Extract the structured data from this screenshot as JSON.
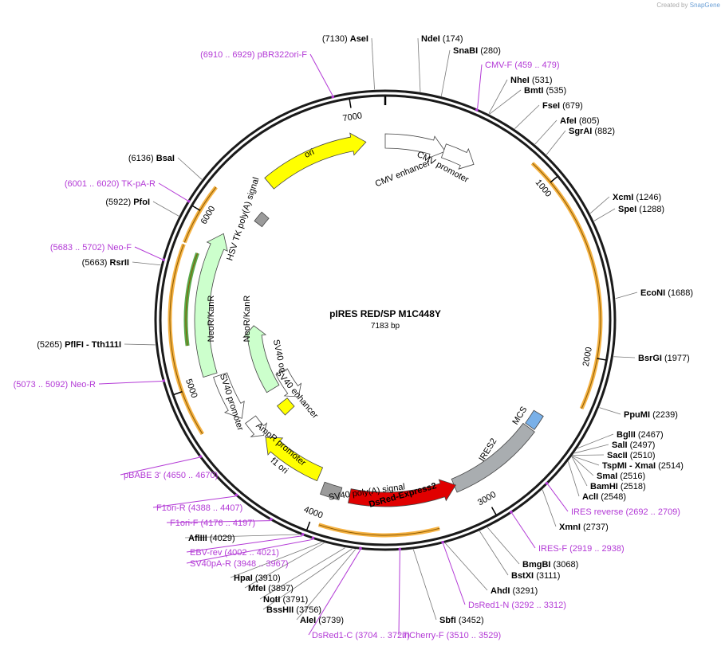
{
  "credit": {
    "prefix": "Created by",
    "brand": "SnapGene"
  },
  "plasmid": {
    "name": "pIRES RED/SP M1C448Y",
    "length_label": "7183 bp",
    "length": 7183
  },
  "ticks": [
    {
      "label": "1000",
      "pos": 1000
    },
    {
      "label": "2000",
      "pos": 2000
    },
    {
      "label": "3000",
      "pos": 3000
    },
    {
      "label": "4000",
      "pos": 4000
    },
    {
      "label": "5000",
      "pos": 5000
    },
    {
      "label": "6000",
      "pos": 6000
    },
    {
      "label": "7000",
      "pos": 7000
    }
  ],
  "labels": [
    {
      "name": "AseI",
      "pos_text": "(7130)",
      "kind": "enzyme"
    },
    {
      "name": "NdeI",
      "pos_text": "(174)",
      "kind": "enzyme"
    },
    {
      "name": "SnaBI",
      "pos_text": "(280)",
      "kind": "enzyme"
    },
    {
      "name": "CMV-F",
      "pos_text": "(459 .. 479)",
      "kind": "primer"
    },
    {
      "name": "NheI",
      "pos_text": "(531)",
      "kind": "enzyme"
    },
    {
      "name": "BmtI",
      "pos_text": "(535)",
      "kind": "enzyme"
    },
    {
      "name": "FseI",
      "pos_text": "(679)",
      "kind": "enzyme"
    },
    {
      "name": "AfeI",
      "pos_text": "(805)",
      "kind": "enzyme"
    },
    {
      "name": "SgrAI",
      "pos_text": "(882)",
      "kind": "enzyme"
    },
    {
      "name": "XcmI",
      "pos_text": "(1246)",
      "kind": "enzyme"
    },
    {
      "name": "SpeI",
      "pos_text": "(1288)",
      "kind": "enzyme"
    },
    {
      "name": "EcoNI",
      "pos_text": "(1688)",
      "kind": "enzyme"
    },
    {
      "name": "BsrGI",
      "pos_text": "(1977)",
      "kind": "enzyme"
    },
    {
      "name": "PpuMI",
      "pos_text": "(2239)",
      "kind": "enzyme"
    },
    {
      "name": "BglII",
      "pos_text": "(2467)",
      "kind": "enzyme"
    },
    {
      "name": "SalI",
      "pos_text": "(2497)",
      "kind": "enzyme"
    },
    {
      "name": "SacII",
      "pos_text": "(2510)",
      "kind": "enzyme"
    },
    {
      "name": "TspMI  - XmaI",
      "pos_text": "(2514)",
      "kind": "enzyme"
    },
    {
      "name": "SmaI",
      "pos_text": "(2516)",
      "kind": "enzyme"
    },
    {
      "name": "BamHI",
      "pos_text": "(2518)",
      "kind": "enzyme"
    },
    {
      "name": "AclI",
      "pos_text": "(2548)",
      "kind": "enzyme"
    },
    {
      "name": "IRES reverse",
      "pos_text": "(2692 .. 2709)",
      "kind": "primer"
    },
    {
      "name": "XmnI",
      "pos_text": "(2737)",
      "kind": "enzyme"
    },
    {
      "name": "IRES-F",
      "pos_text": "(2919 .. 2938)",
      "kind": "primer"
    },
    {
      "name": "BmgBI",
      "pos_text": "(3068)",
      "kind": "enzyme"
    },
    {
      "name": "BstXI",
      "pos_text": "(3111)",
      "kind": "enzyme"
    },
    {
      "name": "AhdI",
      "pos_text": "(3291)",
      "kind": "enzyme"
    },
    {
      "name": "DsRed1-N",
      "pos_text": "(3292 .. 3312)",
      "kind": "primer"
    },
    {
      "name": "SbfI",
      "pos_text": "(3452)",
      "kind": "enzyme"
    },
    {
      "name": "mCherry-F",
      "pos_text": "(3510 .. 3529)",
      "kind": "primer"
    },
    {
      "name": "AleI",
      "pos_text": "(3739)",
      "kind": "enzyme"
    },
    {
      "name": "DsRed1-C",
      "pos_text": "(3704 .. 3727)",
      "kind": "primer"
    },
    {
      "name": "BssHII",
      "pos_text": "(3756)",
      "kind": "enzyme"
    },
    {
      "name": "NotI",
      "pos_text": "(3791)",
      "kind": "enzyme"
    },
    {
      "name": "MfeI",
      "pos_text": "(3897)",
      "kind": "enzyme"
    },
    {
      "name": "HpaI",
      "pos_text": "(3910)",
      "kind": "enzyme"
    },
    {
      "name": "SV40pA-R",
      "pos_text": "(3948 .. 3967)",
      "kind": "primer"
    },
    {
      "name": "EBV-rev",
      "pos_text": "(4002 .. 4021)",
      "kind": "primer"
    },
    {
      "name": "AflIII",
      "pos_text": "(4029)",
      "kind": "enzyme"
    },
    {
      "name": "F1ori-F",
      "pos_text": "(4176 .. 4197)",
      "kind": "primer"
    },
    {
      "name": "F1ori-R",
      "pos_text": "(4388 .. 4407)",
      "kind": "primer"
    },
    {
      "name": "pBABE 3'",
      "pos_text": "(4650 .. 4670)",
      "kind": "primer"
    },
    {
      "name": "Neo-R",
      "pos_text": "(5073 .. 5092)",
      "kind": "primer"
    },
    {
      "name": "PflFI  - Tth111I",
      "pos_text": "(5265)",
      "kind": "enzyme"
    },
    {
      "name": "RsrII",
      "pos_text": "(5663)",
      "kind": "enzyme"
    },
    {
      "name": "Neo-F",
      "pos_text": "(5683 .. 5702)",
      "kind": "primer"
    },
    {
      "name": "PfoI",
      "pos_text": "(5922)",
      "kind": "enzyme"
    },
    {
      "name": "TK-pA-R",
      "pos_text": "(6001 .. 6020)",
      "kind": "primer"
    },
    {
      "name": "BsaI",
      "pos_text": "(6136)",
      "kind": "enzyme"
    },
    {
      "name": "pBR322ori-F",
      "pos_text": "(6910 .. 6929)",
      "kind": "primer"
    }
  ],
  "features": [
    {
      "name": "CMV enhancer",
      "color": "#ffffff"
    },
    {
      "name": "CMV promoter",
      "color": "#ffffff"
    },
    {
      "name": "MCS",
      "color": "#79b0e8"
    },
    {
      "name": "IRES2",
      "color": "#a9adb0"
    },
    {
      "name": "DsRed-Express2",
      "color": "#e00000"
    },
    {
      "name": "SV40 poly(A) signal",
      "color": "#9b9b9b"
    },
    {
      "name": "f1 ori",
      "color": "#ffff00"
    },
    {
      "name": "AmpR promoter",
      "color": "#ffffff"
    },
    {
      "name": "SV40 promoter",
      "color": "#ffffff"
    },
    {
      "name": "SV40 ori",
      "color": "#ffff00"
    },
    {
      "name": "SV40 enhancer",
      "color": "#ffffff"
    },
    {
      "name": "NeoR/KanR",
      "color": "#ccffcc"
    },
    {
      "name": "HSV TK poly(A) signal",
      "color": "#9b9b9b"
    },
    {
      "name": "ori",
      "color": "#ffff00"
    }
  ],
  "colors": {
    "primer": "#b33ad6",
    "orf": "#f5a623",
    "backbone": "#1a1a1a"
  }
}
